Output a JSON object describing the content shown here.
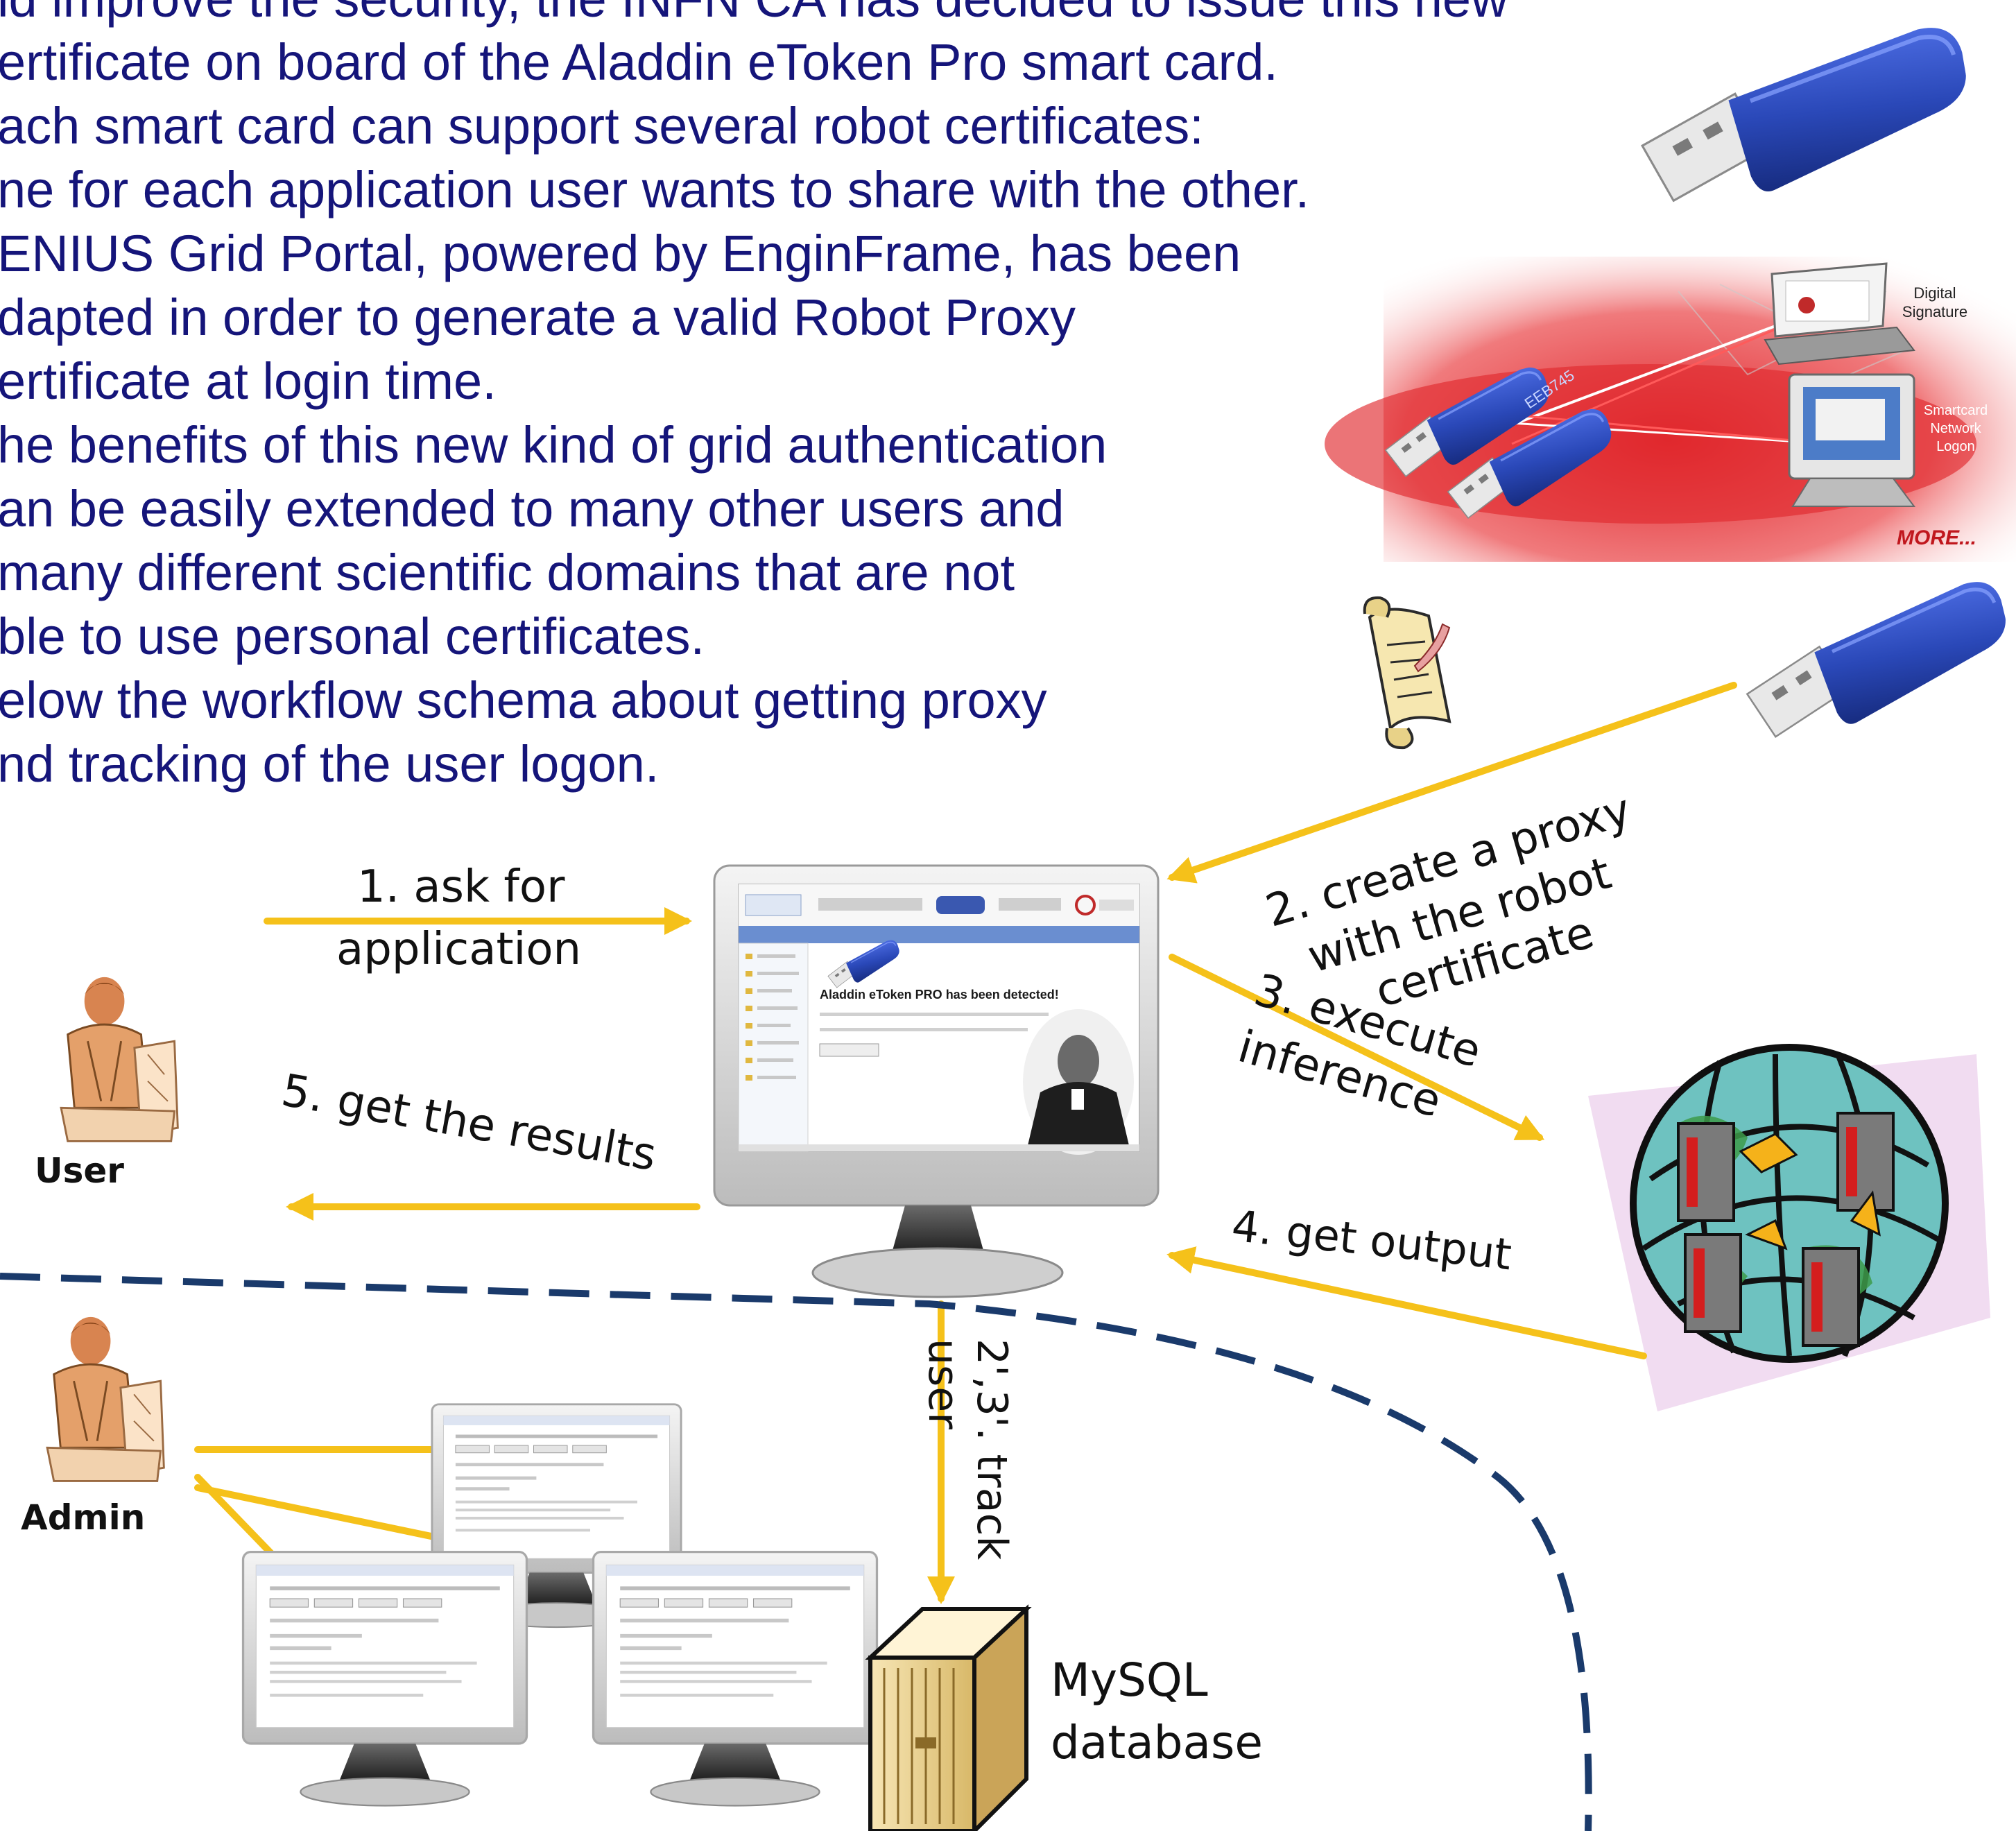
{
  "intro_lines": [
    "ld improve the security, the INFN CA has decided to issue this new",
    "ertificate on board of the Aladdin eToken Pro smart card.",
    "ach smart card can support several robot certificates:",
    "ne for each application user wants to share with the other.",
    "ENIUS Grid Portal, powered by EnginFrame, has been",
    "dapted in order to generate a valid Robot Proxy",
    "ertificate at login time.",
    "he benefits of this new kind of grid authentication",
    "an be easily extended to many other users and",
    " many different scientific domains that are not",
    "ble to use personal certificates.",
    "elow the workflow schema about getting proxy",
    "nd tracking of the user logon."
  ],
  "promo": {
    "digital_signature": [
      "Digital",
      "Signature"
    ],
    "smartcard_logon": [
      "Smartcard",
      "Network",
      "Logon"
    ],
    "more": "MORE...",
    "token_label": "EEB745"
  },
  "steps": {
    "step1": [
      "1. ask for",
      "application"
    ],
    "step2": [
      "2. create a proxy",
      "with the robot",
      "certificate"
    ],
    "step3": [
      "3. execute",
      "inference"
    ],
    "step4": "4. get output",
    "step5": "5. get the results",
    "track": [
      "2',3'. track",
      "user"
    ]
  },
  "actors": {
    "user": "User",
    "admin": "Admin"
  },
  "database": [
    "MySQL",
    "database"
  ],
  "portal_screen": {
    "detected": "Aladdin eToken PRO has been detected!"
  },
  "colors": {
    "text": "#15157a",
    "arrow": "#f5c11a",
    "dashed_line": "#1a3a6b",
    "laser_red": "#d8242a",
    "usb_blue": "#2a48b8"
  },
  "icons": [
    "usb-token-icon",
    "scroll-icon",
    "globe-servers-icon",
    "monitor-icon",
    "server-cabinet-icon",
    "person-icon"
  ]
}
